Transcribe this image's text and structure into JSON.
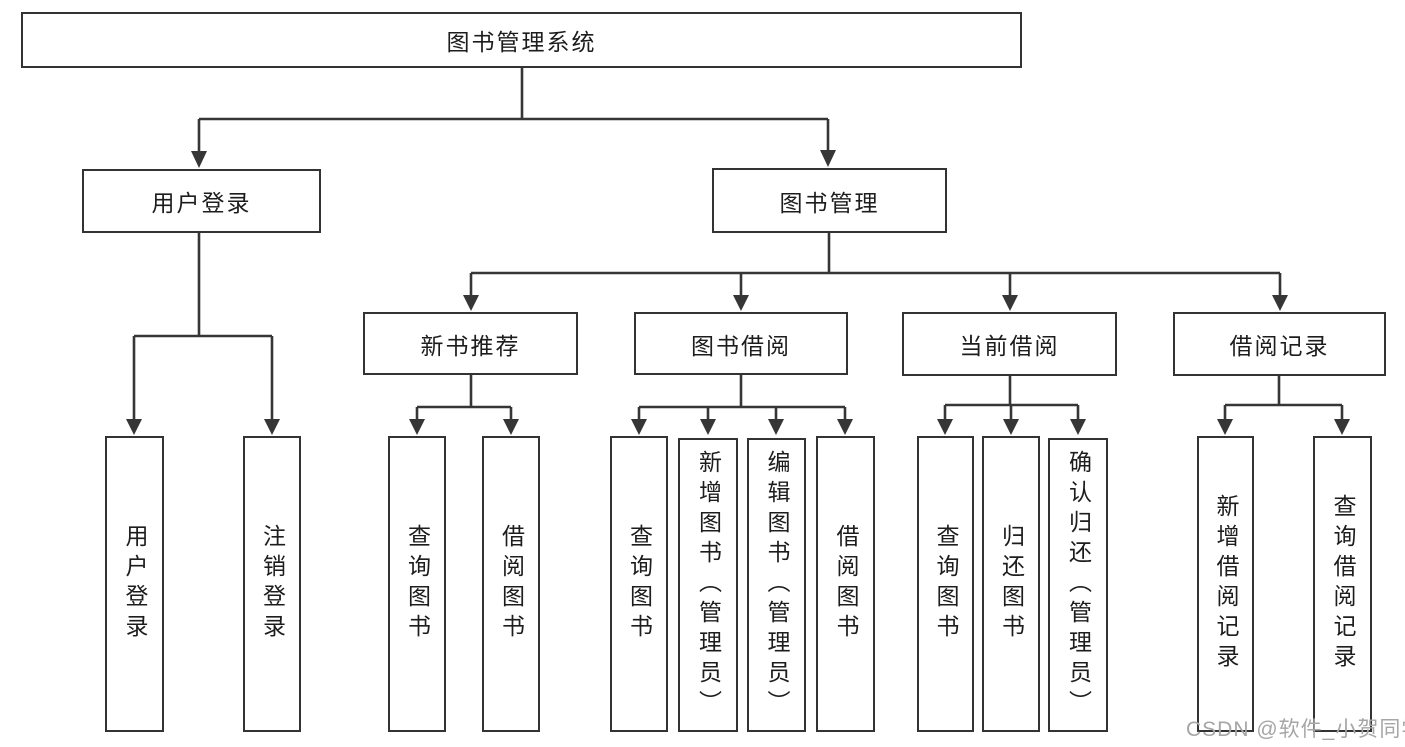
{
  "watermark": "CSDN @软件_小贺同学",
  "colors": {
    "line": "#363636",
    "box_border": "#333333",
    "text": "#1d1d1d",
    "watermark": "#a6a6a6",
    "background": "#ffffff"
  },
  "tree": {
    "root": {
      "label": "图书管理系统"
    },
    "branches": [
      {
        "label": "用户登录",
        "children": [
          {
            "label": "用户登录"
          },
          {
            "label": "注销登录"
          }
        ]
      },
      {
        "label": "图书管理",
        "children": [
          {
            "label": "新书推荐",
            "children": [
              {
                "label": "查询图书"
              },
              {
                "label": "借阅图书"
              }
            ]
          },
          {
            "label": "图书借阅",
            "children": [
              {
                "label": "查询图书"
              },
              {
                "label": "新增图书（管理员）"
              },
              {
                "label": "编辑图书（管理员）"
              },
              {
                "label": "借阅图书"
              }
            ]
          },
          {
            "label": "当前借阅",
            "children": [
              {
                "label": "查询图书"
              },
              {
                "label": "归还图书"
              },
              {
                "label": "确认归还（管理员）"
              }
            ]
          },
          {
            "label": "借阅记录",
            "children": [
              {
                "label": "新增借阅记录"
              },
              {
                "label": "查询借阅记录"
              }
            ]
          }
        ]
      }
    ]
  }
}
